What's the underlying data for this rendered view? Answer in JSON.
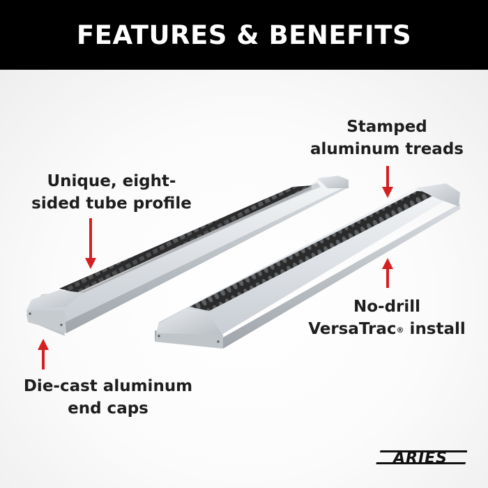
{
  "header": {
    "title": "FEATURES & BENEFITS"
  },
  "callouts": {
    "tube_profile": {
      "line1": "Unique, eight-",
      "line2": "sided tube profile"
    },
    "treads": {
      "line1": "Stamped",
      "line2": "aluminum treads"
    },
    "end_caps": {
      "line1": "Die-cast aluminum",
      "line2": "end caps"
    },
    "install": {
      "line1": "No-drill",
      "line2_main": "VersaTrac",
      "line2_mark": "®",
      "line2_tail": " install"
    }
  },
  "brand": {
    "logo_text": "ARIES"
  },
  "colors": {
    "header_bg": "#000000",
    "arrow": "#d42020",
    "text": "#1e1e1e",
    "aluminum": "#dcdfe3",
    "tread": "#2a2a2a"
  },
  "icons": [
    "arrow-down-icon",
    "arrow-up-icon"
  ]
}
